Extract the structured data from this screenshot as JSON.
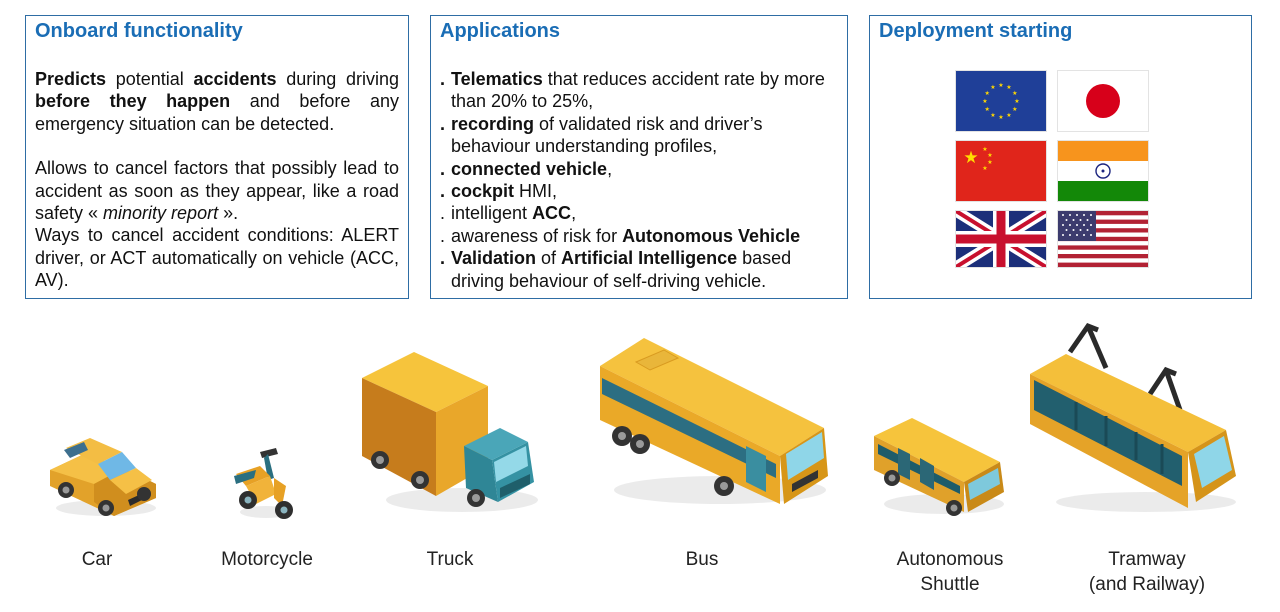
{
  "panels": {
    "onboard": {
      "title": "Onboard functionality",
      "para1": {
        "w1": "Predicts",
        "t1": " potential ",
        "w2": "accidents",
        "t2": " during driving ",
        "w3": "before they happen",
        "t3": " and before any emergency situation can be detected."
      },
      "para2": {
        "t1": "Allows to cancel factors that possibly lead to accident as soon as they appear, like a road safety « ",
        "em": "minority report",
        "t2": " »."
      },
      "para3": "Ways to cancel accident conditions: ALERT driver, or ACT automatically on vehicle (ACC, AV)."
    },
    "applications": {
      "title": "Applications",
      "items": [
        {
          "bullet": ".",
          "b1": "Telematics",
          "t1": " that reduces accident rate by more than 20% to 25%,",
          "b2": "",
          "t2": ""
        },
        {
          "bullet": ".",
          "b1": "recording",
          "t1": " of validated risk and driver’s behaviour understanding profiles,",
          "b2": "",
          "t2": ""
        },
        {
          "bullet": ".",
          "b1": "connected vehicle",
          "t1": ",",
          "b2": "",
          "t2": ""
        },
        {
          "bullet": ".",
          "b1": "cockpit",
          "t1": " HMI,",
          "b2": "",
          "t2": ""
        },
        {
          "bullet": ".",
          "b1": "",
          "t1": "intelligent ",
          "b2": "ACC",
          "t2": ","
        },
        {
          "bullet": ".",
          "b1": "",
          "t1": "awareness of risk for ",
          "b2": "Autonomous Vehicle",
          "t2": ""
        },
        {
          "bullet": ".",
          "b1": "Validation",
          "t1": " of ",
          "b2": "Artificial Intelligence",
          "t2": " based driving behaviour of self-driving vehicle."
        }
      ]
    },
    "deployment": {
      "title": "Deployment starting",
      "flags": [
        "eu-flag",
        "japan-flag",
        "china-flag",
        "india-flag",
        "uk-flag",
        "usa-flag"
      ]
    }
  },
  "vehicles": [
    {
      "label": "Car",
      "icon": "car-icon"
    },
    {
      "label": "Motorcycle",
      "icon": "motorcycle-icon"
    },
    {
      "label": "Truck",
      "icon": "truck-icon"
    },
    {
      "label": "Bus",
      "icon": "bus-icon"
    },
    {
      "label": "Autonomous\nShuttle",
      "icon": "shuttle-icon"
    },
    {
      "label": "Tramway\n(and Railway)",
      "icon": "tramway-icon"
    }
  ],
  "colors": {
    "accent": "#1a6db5",
    "panel_border": "#2e6da4",
    "vehicle_yellow": "#f2b630",
    "vehicle_teal": "#3aa8b8"
  }
}
